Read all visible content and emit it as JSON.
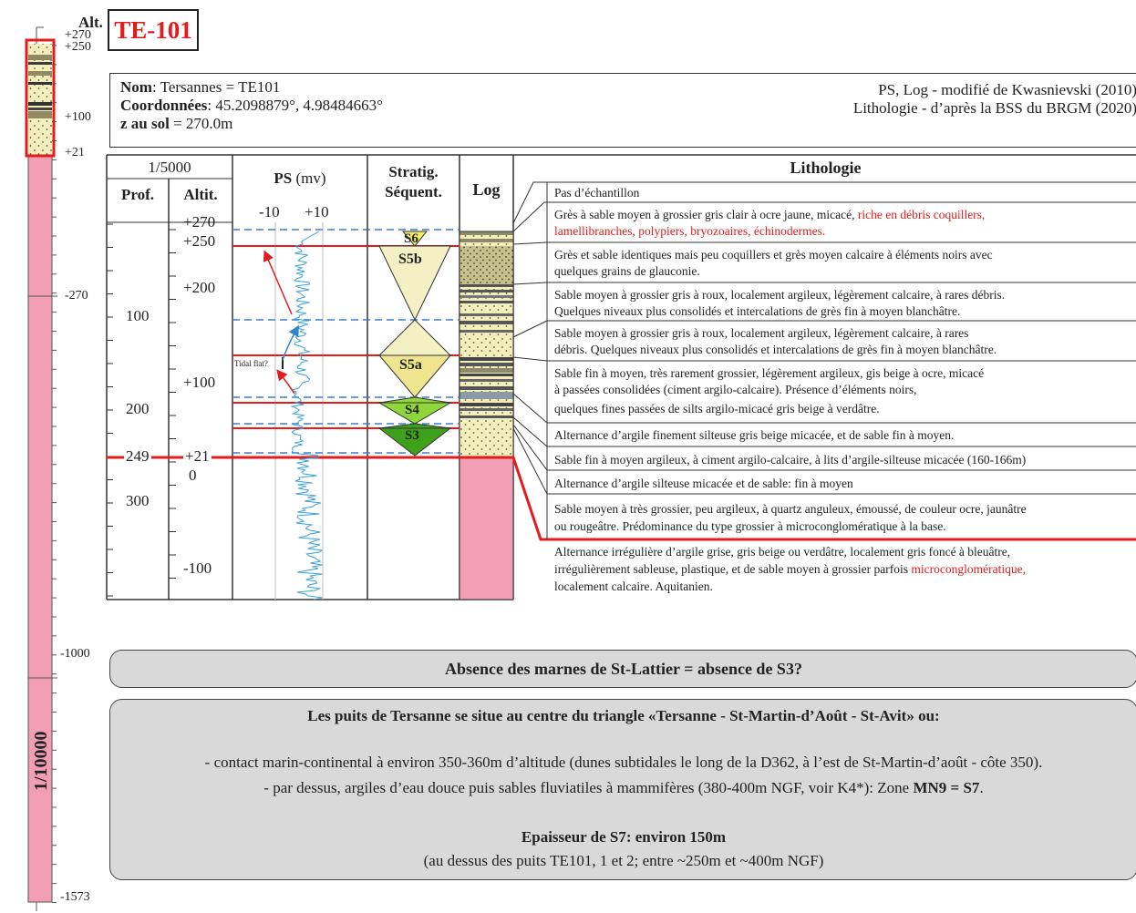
{
  "well_title": "TE-101",
  "colors": {
    "accent_red": "#e41b1b",
    "pink": "#f19eb5",
    "sand": "#f4eebb",
    "gray_box": "#d9d9d9",
    "dash_blue": "#3a7fd0",
    "green_dark": "#3fa11b",
    "green_light": "#8fd63b",
    "yellow": "#f2ec6a"
  },
  "overview_column": {
    "header": "Alt.",
    "labels": [
      "+270",
      "+250",
      "+100",
      "+21",
      "-270",
      "-1000",
      "-1573"
    ],
    "scale_label": "1/10000"
  },
  "info": {
    "name_label": "Nom",
    "name_value": ": Tersannes = TE101",
    "coords_label": "Coordonnées",
    "coords_value": ": 45.2098879°, 4.98484663°",
    "z_label": "z au sol",
    "z_value": " = 270.0m",
    "source_ps": "PS, Log - modifié de Kwasnievski (2010)",
    "source_litho": "Lithologie - d’après la BSS du BRGM (2020)"
  },
  "table": {
    "scale": "1/5000",
    "col_prof": "Prof.",
    "col_altit": "Altit.",
    "col_ps_label": "PS",
    "col_ps_unit": "(mv)",
    "ps_ticks": [
      "-10",
      "+10"
    ],
    "col_stratig": "Stratig.",
    "col_sequent": "Séquent.",
    "col_log": "Log",
    "col_litho": "Lithologie",
    "prof_labels": [
      "100",
      "200",
      "249",
      "300"
    ],
    "altit_labels": [
      "+270",
      "+250",
      "+200",
      "+100",
      "+21",
      "0",
      "-100"
    ],
    "tidal_flat": "Tidal flat?",
    "sequences": [
      "S6",
      "S5b",
      "S5a",
      "S4",
      "S3"
    ]
  },
  "lithology": [
    {
      "text": "Pas d’échantillon"
    },
    {
      "text": "Grès à sable moyen à grossier gris clair à ocre jaune, micacé, ",
      "red": "riche en débris coquillers,"
    },
    {
      "red": "lamellibranches, polypiers, bryozoaires, échinodermes."
    },
    {
      "text": "Grès et sable identiques mais peu coquillers et grès moyen calcaire à éléments noirs avec"
    },
    {
      "text": "quelques grains de glauconie."
    },
    {
      "text": "Sable moyen à grossier gris à roux, localement argileux, légèrement calcaire, à rares débris."
    },
    {
      "text": "Quelques niveaux plus consolidés et intercalations de grès fin à moyen blanchâtre."
    },
    {
      "text": "Sable moyen à grossier gris à roux, localement argileux, légèrement calcaire, à rares"
    },
    {
      "text": "débris. Quelques niveaux plus consolidés et intercalations de grès fin à moyen blanchâtre."
    },
    {
      "text": "Sable fin à moyen, très rarement grossier, légèrement argileux, gis beige à ocre, micacé"
    },
    {
      "text": "à passées consolidées (ciment argilo-calcaire). Présence d’éléments noirs,"
    },
    {
      "text": "quelques fines passées de silts argilo-micacé gris beige à verdâtre."
    },
    {
      "text": "Alternance d’argile finement silteuse gris beige micacée, et de sable fin à moyen."
    },
    {
      "text": "Sable fin à moyen argileux, à ciment argilo-calcaire, à lits d’argile-silteuse micacée (160-166m)"
    },
    {
      "text": "Alternance d’argile silteuse micacée et de sable: fin à moyen"
    },
    {
      "text": "Sable moyen à très grossier, peu argileux, à quartz anguleux, émoussé, de couleur ocre, jaunâtre"
    },
    {
      "text": "ou rougeâtre. Prédominance du type grossier à microconglomératique à  la base."
    },
    {
      "text": "Alternance irrégulière d’argile grise, gris beige ou verdâtre, localement gris foncé à bleuâtre,"
    },
    {
      "text": "irrégulièrement sableuse, plastique, et de sable moyen à grossier parfois ",
      "red": "microconglomératique,"
    },
    {
      "text": "localement calcaire. Aquitanien."
    }
  ],
  "note_box1": "Absence des marnes de St-Lattier = absence de S3?",
  "note_box2": {
    "heading": "Les puits de Tersanne se situe au centre du triangle «Tersanne - St-Martin-d’Août - St-Avit» ou:",
    "line1": "- contact marin-continental à environ 350-360m d’altitude (dunes subtidales le long de la D362, à l’est de St-Martin-d’août - côte 350).",
    "line2_pre": "- par dessus, argiles d’eau douce puis sables fluviatiles à mammifères (380-400m NGF, voir K4*): Zone ",
    "line2_bold": "MN9 = S7",
    "line2_post": ".",
    "thickness": "Epaisseur de S7: environ 150m",
    "thickness_note": "(au dessus des puits TE101, 1 et 2; entre ~250m et ~400m NGF)"
  }
}
